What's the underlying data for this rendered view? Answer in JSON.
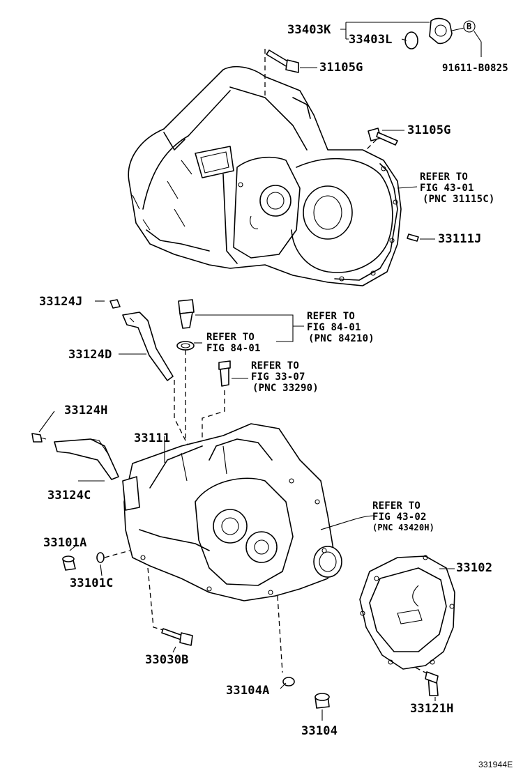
{
  "parts": {
    "p33403K": "33403K",
    "p33403L": "33403L",
    "p91611": "91611-B0825",
    "b_circle": "B",
    "p31105G_a": "31105G",
    "p31105G_b": "31105G",
    "p33111J": "33111J",
    "p33124J": "33124J",
    "p33124D": "33124D",
    "p33124H": "33124H",
    "p33124C": "33124C",
    "p33111": "33111",
    "p33101A": "33101A",
    "p33101C": "33101C",
    "p33030B": "33030B",
    "p33104A": "33104A",
    "p33104": "33104",
    "p33102": "33102",
    "p33121H": "33121H"
  },
  "references": {
    "ref_43_01": {
      "line1": "REFER TO",
      "line2": "FIG 43-01",
      "line3": "(PNC 31115C)"
    },
    "ref_84_01_a": {
      "line1": "REFER TO",
      "line2": "FIG 84-01",
      "line3": "(PNC 84210)"
    },
    "ref_84_01_b": {
      "line1": "REFER TO",
      "line2": "FIG 84-01"
    },
    "ref_33_07": {
      "line1": "REFER TO",
      "line2": "FIG 33-07",
      "line3": "(PNC 33290)"
    },
    "ref_43_02": {
      "line1": "REFER TO",
      "line2": "FIG 43-02",
      "line3": "(PNC 43420H)"
    }
  },
  "figure_number": "331944E"
}
